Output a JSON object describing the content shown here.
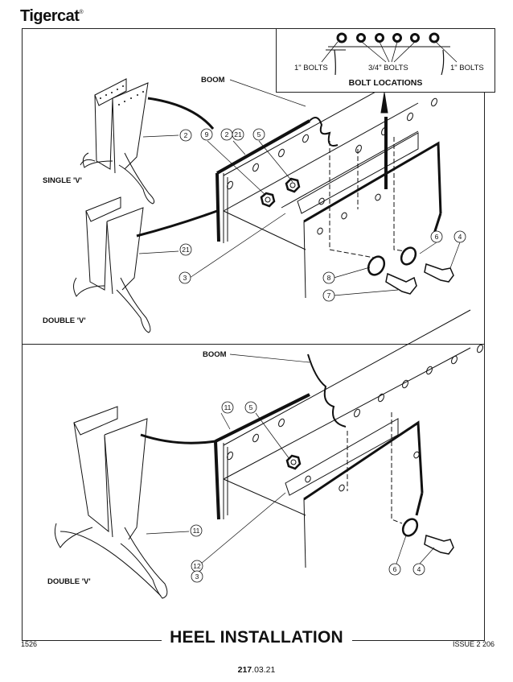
{
  "header": {
    "brand": "Tigercat",
    "brand_mark": "®"
  },
  "bolt_locations": {
    "title": "BOLT LOCATIONS",
    "labels": [
      "1\" BOLTS",
      "3/4\" BOLTS",
      "1\" BOLTS"
    ]
  },
  "top_view": {
    "boom_label": "BOOM",
    "single_v_label": "SINGLE 'V'",
    "double_v_label": "DOUBLE 'V'",
    "callouts": [
      "2",
      "9",
      "2",
      "21",
      "5",
      "21",
      "3",
      "8",
      "7",
      "6",
      "4"
    ]
  },
  "bottom_view": {
    "boom_label": "BOOM",
    "double_v_label": "DOUBLE 'V'",
    "callouts": [
      "11",
      "5",
      "11",
      "12",
      "3",
      "6",
      "4"
    ]
  },
  "footer": {
    "title": "HEEL INSTALLATION",
    "drawing_code": "1526",
    "issue": "ISSUE 2 206",
    "page_bold": "217",
    "page_rest": ".03.21"
  }
}
